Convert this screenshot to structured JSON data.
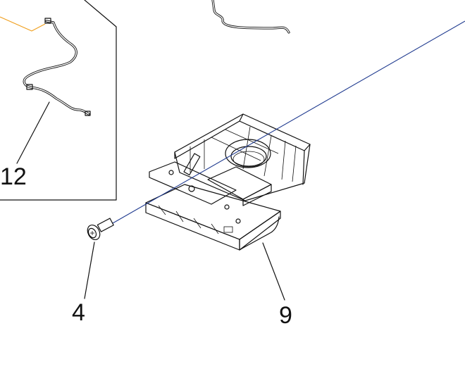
{
  "callouts": {
    "harness": "12",
    "screw": "4",
    "assembly": "9"
  },
  "colors": {
    "axis_line": "#1f3a8f",
    "leader_orange": "#f0a020"
  }
}
